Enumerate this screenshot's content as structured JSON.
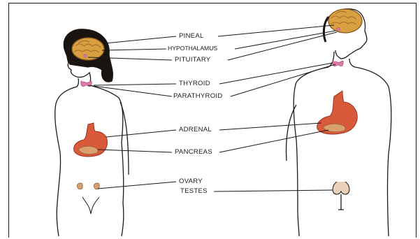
{
  "labels": {
    "pineal": "PINEAL",
    "hypothalamus": "HYPOTHALAMUS",
    "pituitary": "PITUITARY",
    "thyroid": "THYROID",
    "parathyroid": "PARATHYROID",
    "adrenal": "ADRENAL",
    "pancreas": "PANCREAS",
    "ovary": "OVARY",
    "testes": "TESTES"
  },
  "colors": {
    "outline": "#1a1a1a",
    "brain": "#d8a040",
    "brain_folds": "#a8682a",
    "hair": "#1a1410",
    "gland_pink": "#e07aa8",
    "stomach": "#d85a3a",
    "stomach_dark": "#9c3320",
    "adrenal": "#d9a070",
    "ovary": "#d8a070"
  }
}
